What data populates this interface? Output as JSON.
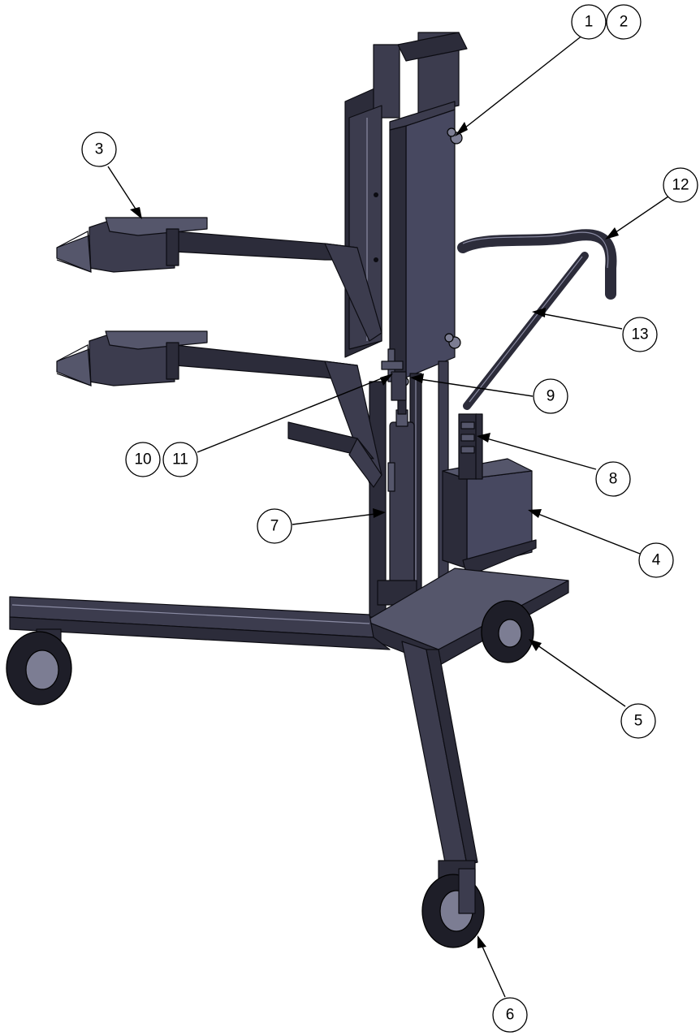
{
  "balloons": [
    {
      "label": "1"
    },
    {
      "label": "2"
    },
    {
      "label": "3"
    },
    {
      "label": "4"
    },
    {
      "label": "5"
    },
    {
      "label": "6"
    },
    {
      "label": "7"
    },
    {
      "label": "8"
    },
    {
      "label": "9"
    },
    {
      "label": "10"
    },
    {
      "label": "11"
    },
    {
      "label": "12"
    },
    {
      "label": "13"
    }
  ],
  "colors": {
    "steel": "#2c2c3a",
    "outline": "#0c0c12",
    "balloon_stroke": "#000000",
    "background": "#ffffff"
  }
}
